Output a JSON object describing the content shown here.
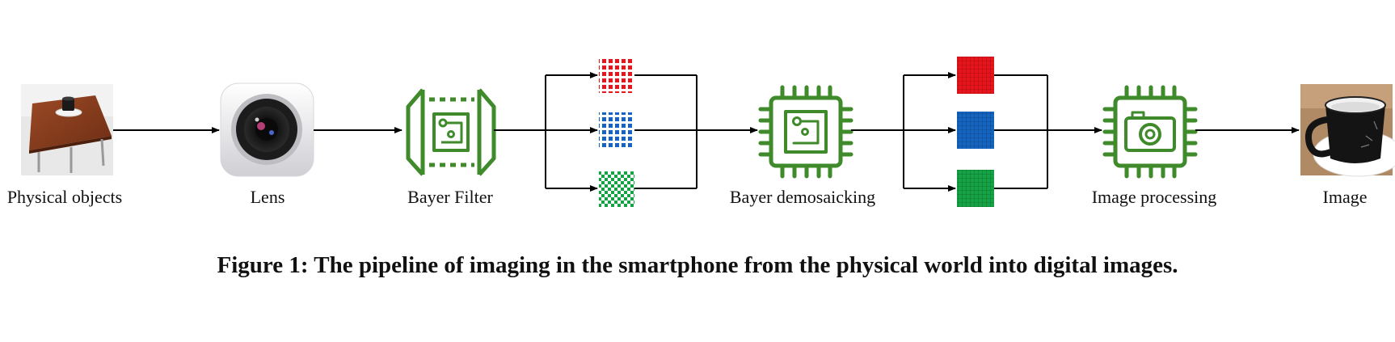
{
  "labels": {
    "physical_objects": "Physical objects",
    "lens": "Lens",
    "bayer_filter": "Bayer Filter",
    "bayer_demosaicking": "Bayer demosaicking",
    "image_processing": "Image processing",
    "image": "Image"
  },
  "caption": "Figure 1: The pipeline of imaging in the smartphone from the physical world into digital images.",
  "colors": {
    "chip_green": "#3f8a2a",
    "red": "#e8141c",
    "blue": "#1565c0",
    "green": "#16a346",
    "arrow": "#000000"
  },
  "icons": [
    "table-photo",
    "camera-lens-icon",
    "bayer-filter-chip-icon",
    "red-grid-icon",
    "blue-grid-icon",
    "green-checker-icon",
    "chip-icon",
    "red-channel-icon",
    "blue-channel-icon",
    "green-channel-icon",
    "camera-chip-icon",
    "mug-photo"
  ]
}
